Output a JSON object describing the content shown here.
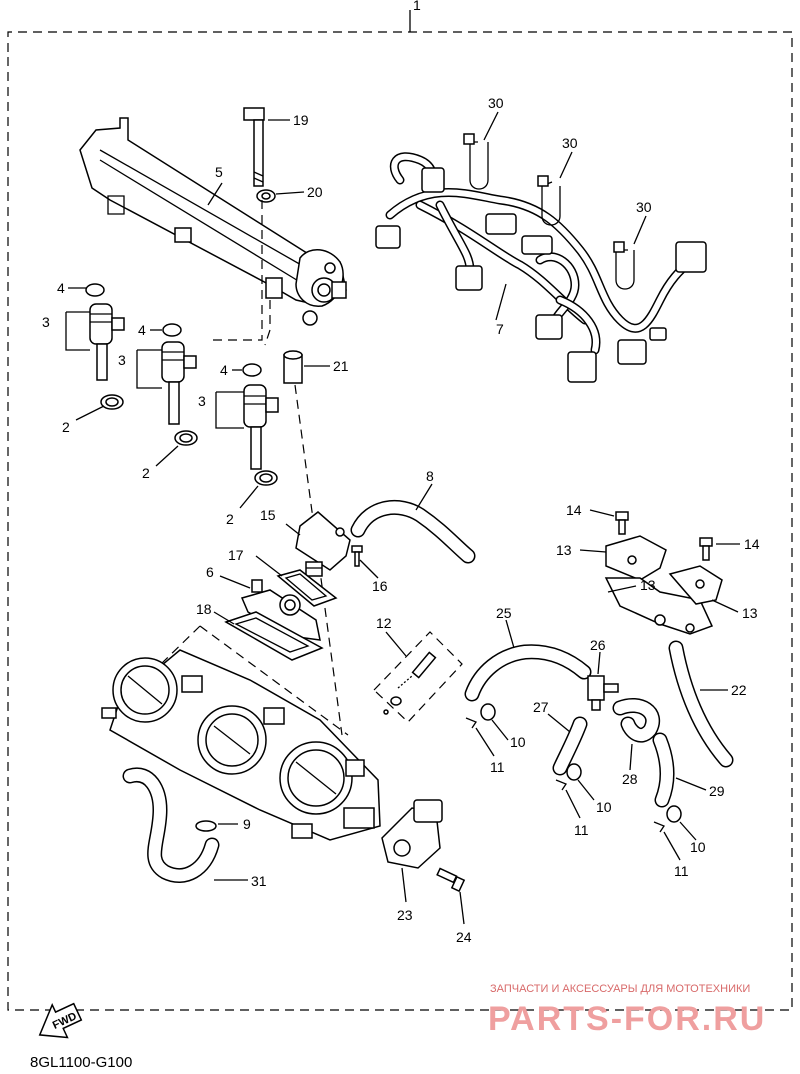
{
  "diagram": {
    "code": "8GL1100-G100",
    "fwd_label": "FWD",
    "labels": {
      "p1": "1",
      "p2a": "2",
      "p2b": "2",
      "p2c": "2",
      "p3a": "3",
      "p3b": "3",
      "p3c": "3",
      "p4a": "4",
      "p4b": "4",
      "p4c": "4",
      "p5": "5",
      "p6": "6",
      "p7": "7",
      "p8": "8",
      "p9": "9",
      "p10a": "10",
      "p10b": "10",
      "p10c": "10",
      "p11a": "11",
      "p11b": "11",
      "p11c": "11",
      "p12": "12",
      "p13a": "13",
      "p13b": "13",
      "p13c": "13",
      "p14a": "14",
      "p14b": "14",
      "p15": "15",
      "p16": "16",
      "p17": "17",
      "p18": "18",
      "p19": "19",
      "p20": "20",
      "p21": "21",
      "p22": "22",
      "p23": "23",
      "p24": "24",
      "p25": "25",
      "p26": "26",
      "p27": "27",
      "p28": "28",
      "p29": "29",
      "p30a": "30",
      "p30b": "30",
      "p30c": "30",
      "p31": "31"
    }
  },
  "watermark": {
    "tagline": "ЗАПЧАСТИ И АКСЕССУАРЫ ДЛЯ МОТОТЕХНИКИ",
    "brand": "PARTS-FOR.RU"
  }
}
